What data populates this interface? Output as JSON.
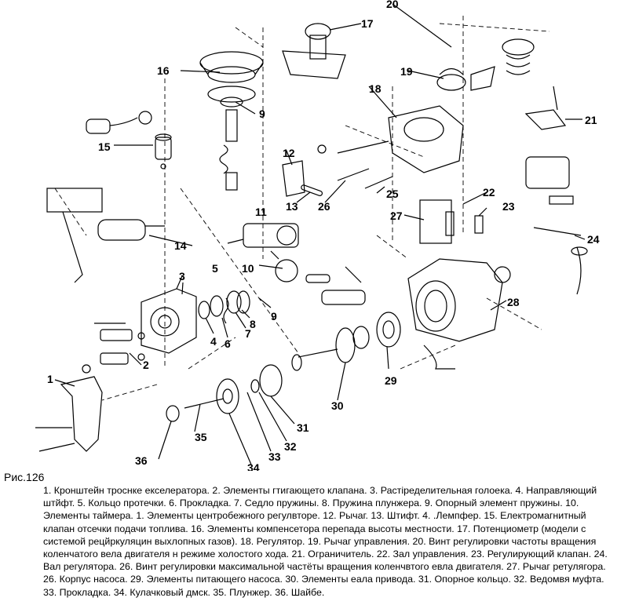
{
  "figure": {
    "label": "Рис.126",
    "caption": "1. Кронштейн троснке екселератора. 2. Элементы гтигающето клапана. 3. Растіределительная голоека. 4. Направляющий штйфт. 5. Кольцо протечки. 6. Прокладка. 7. Седло пружины. 8. Пружина плунжера. 9. Опорный элемент пружины. 10. Элементы таймера. 1. Элементы центробежного регулвторе. 12. Рычаг. 13. Штифт. 4. .Лемпфер. 15. Електромагнитный клапан отсечки подачи топлива. 16. Элементы компенсетора перепада высоты местности. 17. Потенциометр (модели с системой рецйркуляцин выхлопных газов). 18. Регулятор. 19. Рычаг управления. 20. Винт регулировки частоты вращения коленчатого вела двигателя н режиме холостого хода. 21. Ограничитель. 22. Зал управления. 23. Регулирующий клапан. 24. Вал регулятора. 26. Винт регулировки максимальной частёты вращения коленчвтого евла двигателя. 27. Рычаг ретулягора. 26. Корпус насоса. 29. Элементы питающего насоса. 30. Элементы еала привода. 31. Опорное кольцо. 32. Ведомвя муфта. 33. Прокладка. 34. Кулачковый дмск. 35. Плунжер. 36. Шайбе."
  },
  "callouts": [
    "1",
    "2",
    "3",
    "4",
    "5",
    "6",
    "7",
    "8",
    "9",
    "9",
    "10",
    "11",
    "12",
    "13",
    "14",
    "15",
    "16",
    "17",
    "18",
    "19",
    "20",
    "21",
    "22",
    "23",
    "24",
    "25",
    "26",
    "27",
    "28",
    "29",
    "30",
    "31",
    "32",
    "33",
    "34",
    "35",
    "36"
  ],
  "colors": {
    "ink": "#000000",
    "paper": "#ffffff"
  }
}
